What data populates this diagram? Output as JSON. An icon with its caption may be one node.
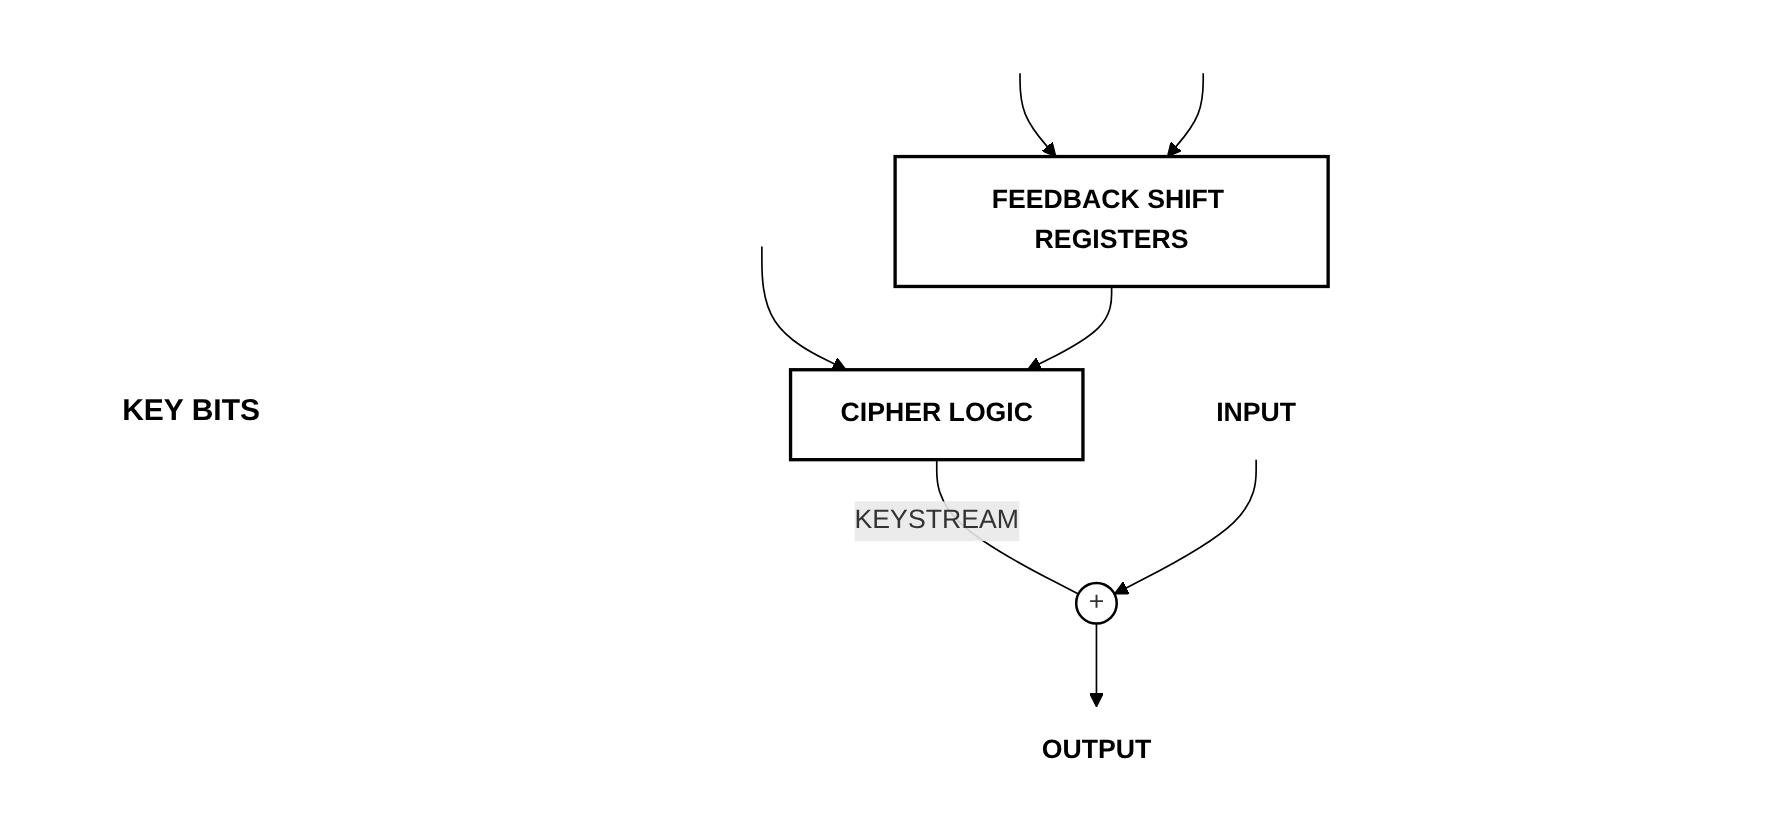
{
  "diagram": {
    "nodes": [
      {
        "text": [
          "FEEDBACK SHIFT REGISTERS"
        ]
      },
      {
        "text": [
          "CIPHER LOGIC"
        ]
      },
      {
        "text": [
          "+"
        ]
      },
      {
        "text": [
          "INPUT"
        ]
      },
      {
        "text": [
          "OUTPUT"
        ]
      }
    ],
    "edges": [
      {
        "from": null,
        "to": 0,
        "arrow": "to"
      },
      {
        "from": null,
        "to": 0,
        "arrow": "to"
      },
      {
        "from": null,
        "to": 1,
        "arrow": "to"
      },
      {
        "from": 0,
        "to": 1,
        "arrow": "to"
      },
      {
        "from": 1,
        "to": 2,
        "arrow": "none",
        "label": "KEYSTREAM"
      },
      {
        "from": 3,
        "to": 2,
        "arrow": "to"
      },
      {
        "from": 2,
        "to": 4,
        "arrow": "to"
      }
    ],
    "labels": [
      "KEY BITS"
    ]
  }
}
